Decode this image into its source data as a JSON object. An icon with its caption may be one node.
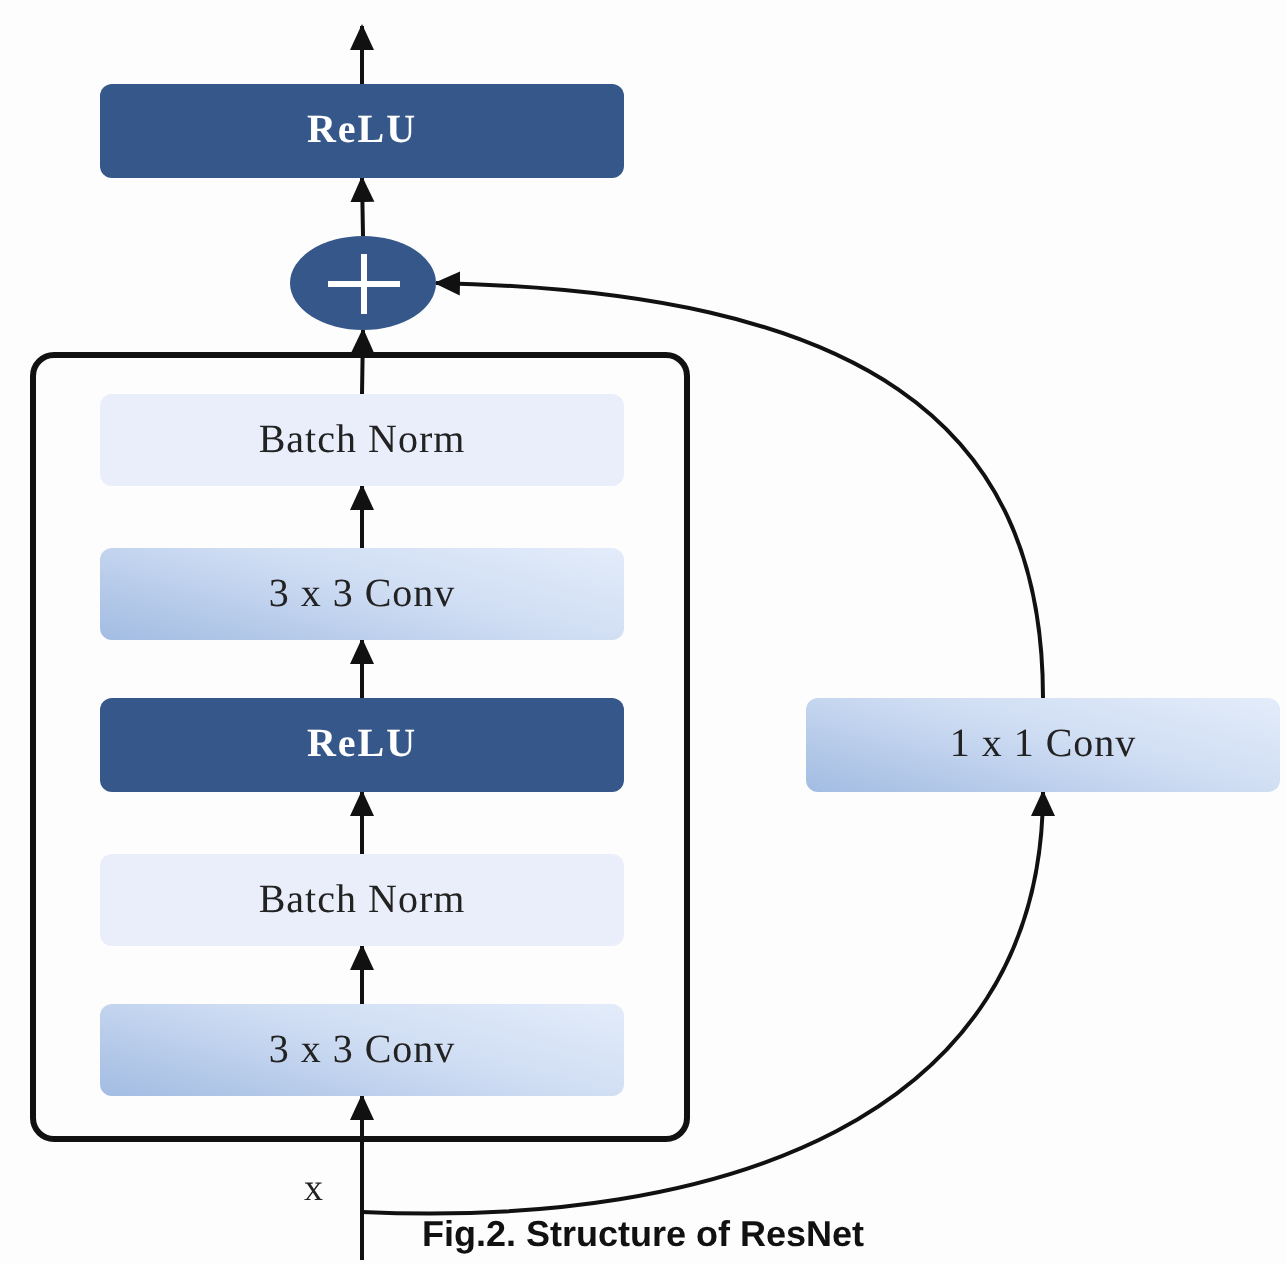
{
  "diagram": {
    "caption": "Fig.2. Structure of ResNet",
    "nodes": [
      {
        "text": [
          "ReLU"
        ]
      },
      {
        "text": [],
        "shape": "circle"
      },
      {
        "text": [],
        "shape": "box"
      },
      {
        "text": [
          "Batch Norm"
        ],
        "in": 2
      },
      {
        "text": [
          "3 x 3 Conv"
        ],
        "in": 2
      },
      {
        "text": [
          "ReLU"
        ],
        "in": 2
      },
      {
        "text": [
          "Batch Norm"
        ],
        "in": 2
      },
      {
        "text": [
          "3 x 3 Conv"
        ],
        "in": 2
      },
      {
        "text": [
          "1 x 1 Conv"
        ]
      }
    ],
    "edges": [
      {
        "from": null,
        "to": 7,
        "arrow": "to"
      },
      {
        "from": 7,
        "to": 6,
        "arrow": "to"
      },
      {
        "from": 6,
        "to": 5,
        "arrow": "to"
      },
      {
        "from": 5,
        "to": 4,
        "arrow": "to"
      },
      {
        "from": 4,
        "to": 3,
        "arrow": "to"
      },
      {
        "from": 3,
        "to": 1,
        "arrow": "to"
      },
      {
        "from": 1,
        "to": 0,
        "arrow": "to"
      },
      {
        "from": 0,
        "to": null,
        "arrow": "to"
      },
      {
        "from": null,
        "to": 8,
        "arrow": "to"
      },
      {
        "from": 8,
        "to": 1,
        "arrow": "to"
      }
    ],
    "labels": [
      "x"
    ]
  }
}
